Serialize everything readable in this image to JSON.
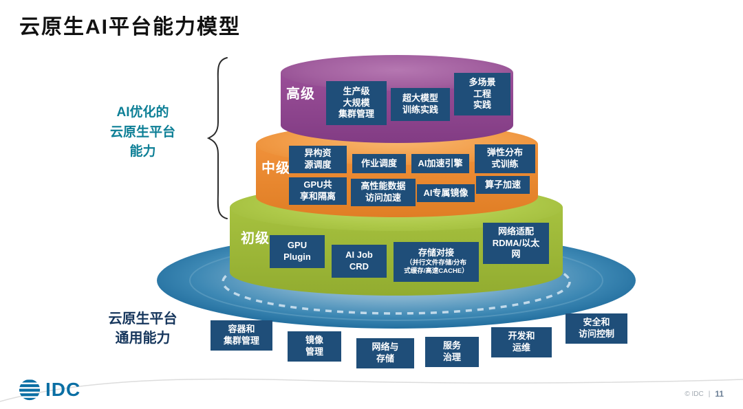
{
  "title": "云原生AI平台能力模型",
  "left": {
    "optimized_label": "AI优化的\n云原生平台\n能力",
    "common_label": "云原生平台\n通用能力"
  },
  "tiers": [
    {
      "name": "advanced",
      "label": "高级",
      "boxes": [
        "生产级\n大规模\n集群管理",
        "超大模型\n训练实践",
        "多场景\n工程\n实践"
      ]
    },
    {
      "name": "intermediate",
      "label": "中级",
      "boxes": [
        "异构资\n源调度",
        "作业调度",
        "AI加速引擎",
        "弹性分布\n式训练",
        "GPU共\n享和隔离",
        "高性能数据\n访问加速",
        "AI专属镜像",
        "算子加速"
      ]
    },
    {
      "name": "basic",
      "label": "初级",
      "boxes": [
        "GPU\nPlugin",
        "AI Job\nCRD",
        "网络适配\nRDMA/以太\n网"
      ],
      "storage_box": {
        "title": "存储对接",
        "subtitle": "（并行文件存储/分布\n式缓存/高速CACHE）"
      }
    }
  ],
  "base": {
    "boxes": [
      "容器和\n集群管理",
      "镜像\n管理",
      "网络与\n存储",
      "服务\n治理",
      "开发和\n运维",
      "安全和\n访问控制"
    ]
  },
  "footer": {
    "logo_text": "IDC",
    "copyright": "© IDC",
    "separator": "|",
    "page_number": "11"
  },
  "colors": {
    "advanced_purple": "#9a4f98",
    "intermediate_orange": "#f0913a",
    "basic_green": "#a6c13f",
    "capability_box_navy": "#1f4e79",
    "base_disc_blue": "#2a77a8",
    "accent_teal": "#0d7f96",
    "logo_blue": "#0b6fa4"
  }
}
